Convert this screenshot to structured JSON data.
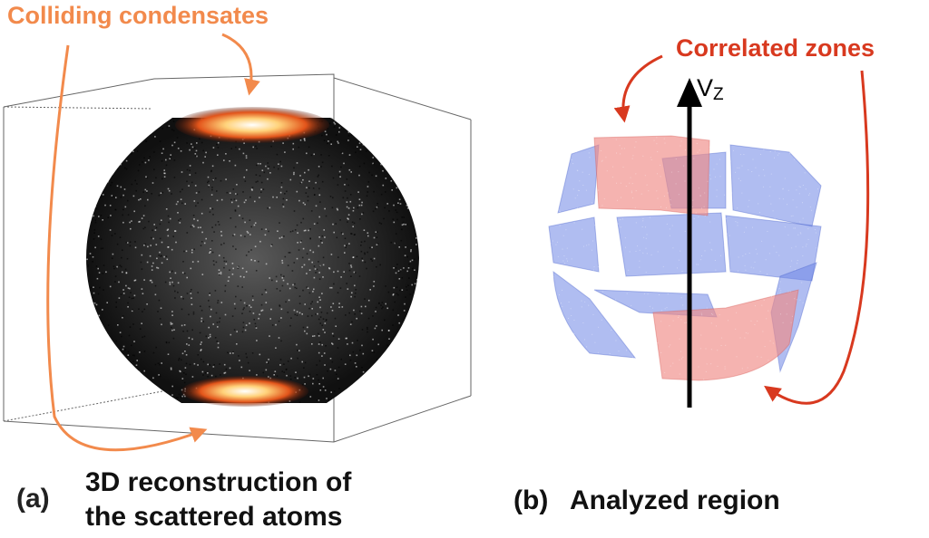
{
  "panel_a": {
    "annotation": "Colliding condensates",
    "caption_letter": "(a)",
    "caption_line1": "3D reconstruction of",
    "caption_line2": "the scattered atoms"
  },
  "panel_b": {
    "annotation": "Correlated zones",
    "axis_symbol": "V",
    "axis_subscript": "Z",
    "caption_letter": "(b)",
    "caption_text": "Analyzed region"
  },
  "colors": {
    "orange_annotation": "#f28a4c",
    "red_annotation": "#d8391f",
    "atom_dots": "#111111",
    "blue_zone": "#6f86e6",
    "red_zone": "#f08a86",
    "halo_orange": "#ff7a1a"
  }
}
